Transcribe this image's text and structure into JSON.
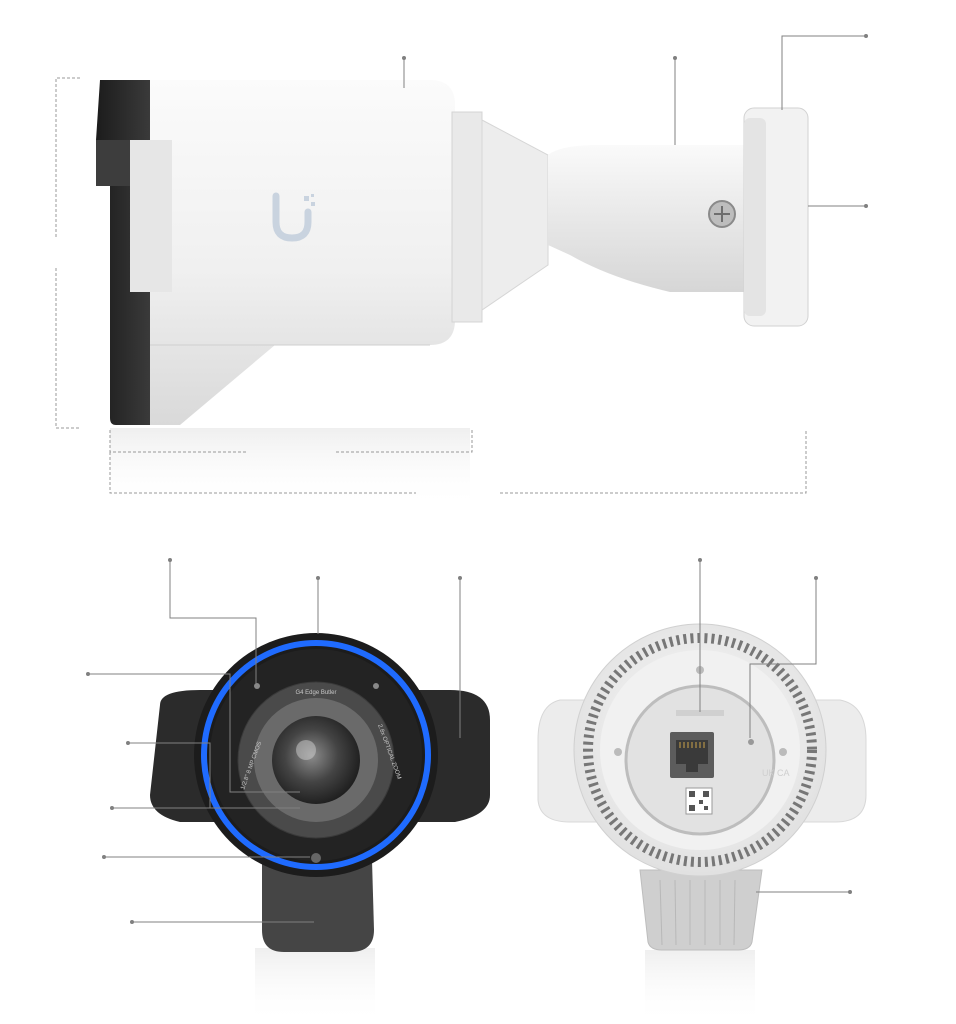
{
  "colors": {
    "housing_white": "#f4f4f4",
    "housing_shadow": "#dcdcdc",
    "visor_dark": "#2b2b2b",
    "led_ring_blue": "#1f6bff",
    "callout_line": "#808080",
    "ubiquiti_logo": "#c9d3df"
  },
  "front_view": {
    "lens_text_top": "G4 Edge Butler",
    "lens_text_left": "1/2.8\" 8 MP CMOS",
    "lens_text_right": "2.8x OPTICAL ZOOM"
  },
  "rear_view": {
    "label_text": "UK CA"
  },
  "icons": {
    "logo": "ubiquiti-logo-icon",
    "ethernet": "ethernet-port-icon",
    "screw": "screw-icon"
  }
}
